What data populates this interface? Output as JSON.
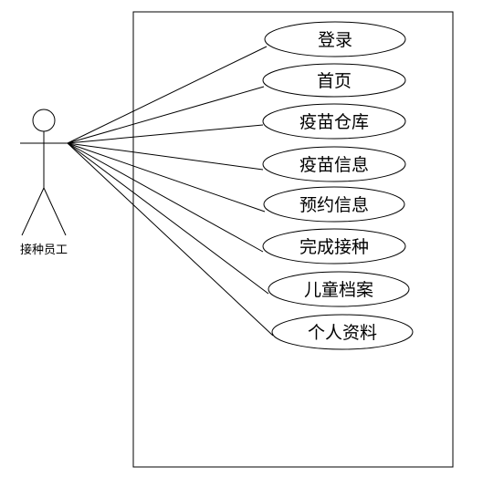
{
  "diagram": {
    "actor": {
      "label": "接种员工"
    },
    "use_cases": [
      {
        "label": "登录"
      },
      {
        "label": "首页"
      },
      {
        "label": "疫苗仓库"
      },
      {
        "label": "疫苗信息"
      },
      {
        "label": "预约信息"
      },
      {
        "label": "完成接种"
      },
      {
        "label": "儿童档案"
      },
      {
        "label": "个人资料"
      }
    ]
  }
}
